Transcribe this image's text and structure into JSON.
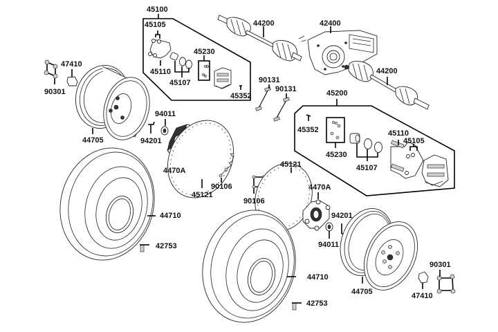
{
  "diagram": {
    "title": "Wheels / Hubs / Brakes exploded parts view",
    "labels": {
      "k45100": "45100",
      "k45105_a": "45105",
      "k45110_a": "45110",
      "k45107_a": "45107",
      "k45230_a": "45230",
      "k45352_a": "45352",
      "k44200_a": "44200",
      "k42400": "42400",
      "k44200_b": "44200",
      "k47410_a": "47410",
      "k90301_a": "90301",
      "k44705_a": "44705",
      "k94011_a": "94011",
      "k94201_a": "94201",
      "k4470A_a": "4470A",
      "k45121_a": "45121",
      "k90106_a": "90106",
      "k90131_a": "90131",
      "k90131_b": "90131",
      "k45200": "45200",
      "k45352_b": "45352",
      "k45230_b": "45230",
      "k45107_b": "45107",
      "k45110_b": "45110",
      "k45105_b": "45105",
      "k45121_b": "45121",
      "k90106_b": "90106",
      "k4470A_b": "4470A",
      "k94201_b": "94201",
      "k94011_b": "94011",
      "k44710_a": "44710",
      "k42753_a": "42753",
      "k44710_b": "44710",
      "k42753_b": "42753",
      "k44705_b": "44705",
      "k90301_b": "90301",
      "k47410_b": "47410"
    }
  }
}
